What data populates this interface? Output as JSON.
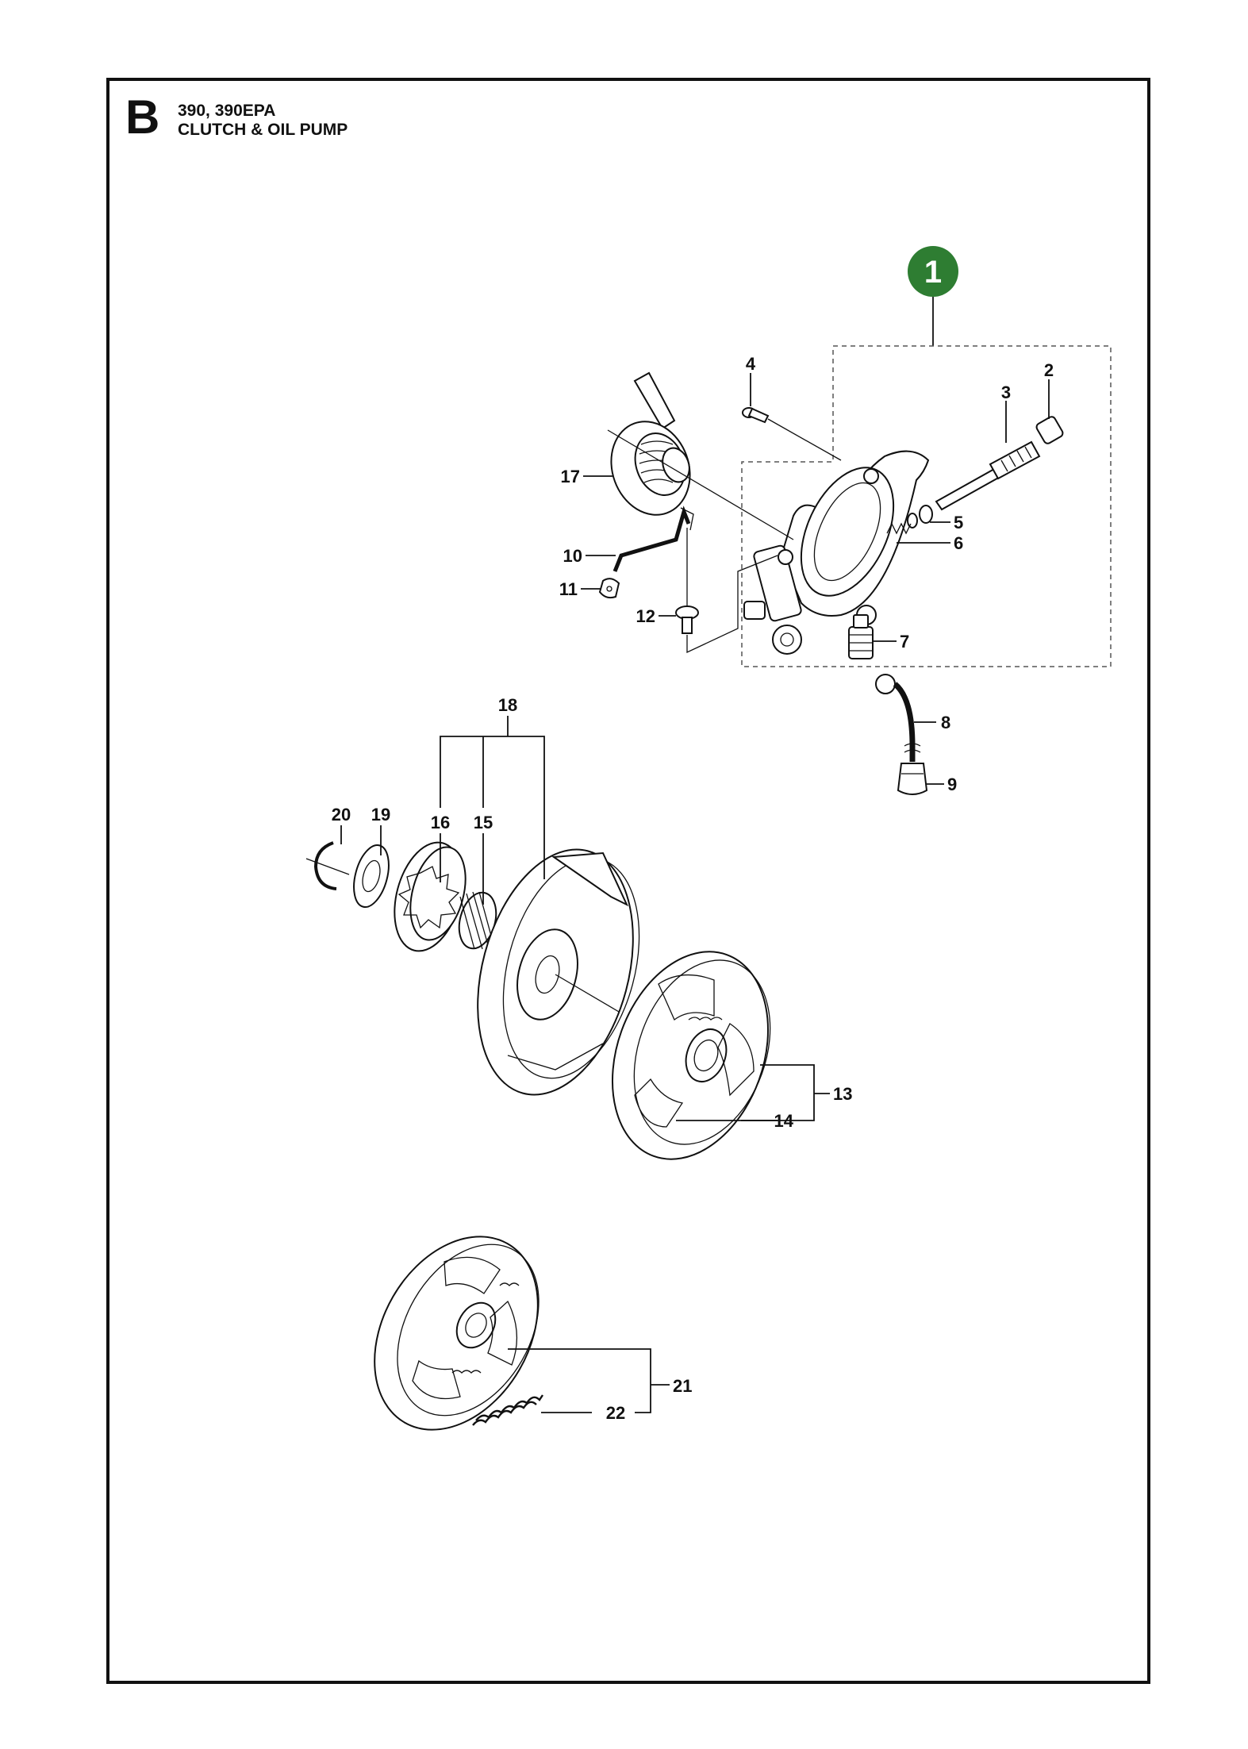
{
  "header": {
    "section_letter": "B",
    "models": "390, 390EPA",
    "title": "CLUTCH & OIL PUMP"
  },
  "kit_badge": {
    "label": "1",
    "color": "#2e7d32"
  },
  "callouts": {
    "c2": "2",
    "c3": "3",
    "c4": "4",
    "c5": "5",
    "c6": "6",
    "c7": "7",
    "c8": "8",
    "c9": "9",
    "c10": "10",
    "c11": "11",
    "c12": "12",
    "c13": "13",
    "c14": "14",
    "c15": "15",
    "c16": "16",
    "c17": "17",
    "c18": "18",
    "c19": "19",
    "c20": "20",
    "c21": "21",
    "c22": "22"
  }
}
